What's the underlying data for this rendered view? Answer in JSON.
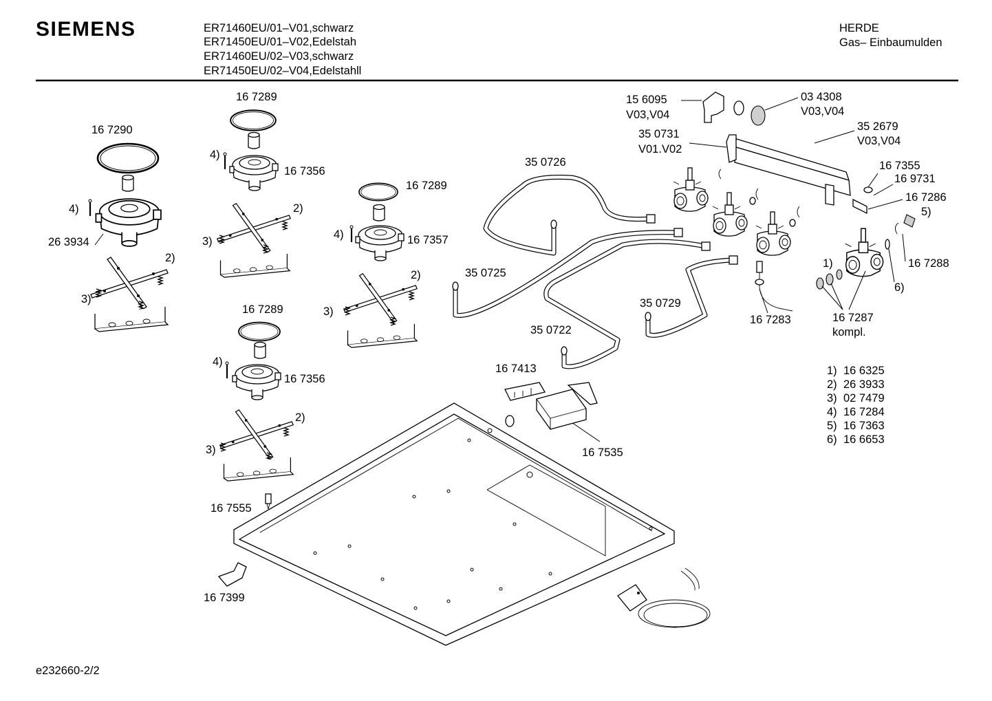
{
  "header": {
    "brand": "SIEMENS",
    "models": [
      "ER71460EU/01–V01,schwarz",
      "ER71450EU/01–V02,Edelstah",
      "ER71460EU/02–V03,schwarz",
      "ER71450EU/02–V04,Edelstahll"
    ],
    "category": "HERDE",
    "subcategory": "Gas– Einbaumulden"
  },
  "labels": {
    "p167290": "16 7290",
    "p167289_a": "16 7289",
    "p167289_b": "16 7289",
    "p167289_c": "16 7289",
    "p167356_a": "16 7356",
    "p167356_b": "16 7356",
    "p167357": "16 7357",
    "p263934": "26 3934",
    "p350726": "35 0726",
    "p350725": "35 0725",
    "p350722": "35 0722",
    "p350729": "35 0729",
    "p156095": "15 6095",
    "v0304_a": "V03,V04",
    "p034308": "03 4308",
    "v0304_b": "V03,V04",
    "p350731": "35 0731",
    "v0102": "V01.V02",
    "p352679": "35 2679",
    "v0304_c": "V03,V04",
    "p167355": "16 7355",
    "p169731": "16 9731",
    "p167286": "16 7286",
    "p167288": "16 7288",
    "p167283": "16 7283",
    "p167287": "16 7287",
    "kompl": "kompl.",
    "p167413": "16 7413",
    "p167535": "16 7535",
    "p167555": "16 7555",
    "p167399": "16 7399",
    "m4a": "4)",
    "m4b": "4)",
    "m4c": "4)",
    "m4d": "4)",
    "m2a": "2)",
    "m2b": "2)",
    "m2c": "2)",
    "m2d": "2)",
    "m3a": "3)",
    "m3b": "3)",
    "m3c": "3)",
    "m3d": "3)",
    "m1": "1)",
    "m5": "5)",
    "m6": "6)"
  },
  "legend": [
    {
      "key": "1)",
      "part": "16 6325"
    },
    {
      "key": "2)",
      "part": "26 3933"
    },
    {
      "key": "3)",
      "part": "02 7479"
    },
    {
      "key": "4)",
      "part": "16 7284"
    },
    {
      "key": "5)",
      "part": "16 7363"
    },
    {
      "key": "6)",
      "part": "16 6653"
    }
  ],
  "footer": {
    "doc_id": "e232660-2/2"
  }
}
